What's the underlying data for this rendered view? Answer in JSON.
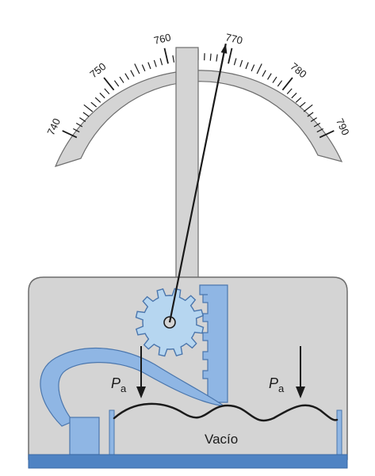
{
  "dial": {
    "min": 740,
    "max": 790,
    "labeled_ticks": [
      "740",
      "750",
      "760",
      "770",
      "780",
      "790"
    ],
    "needle_value": 769
  },
  "labels": {
    "pressure_left": {
      "main": "P",
      "sub": "a"
    },
    "pressure_right": {
      "main": "P",
      "sub": "a"
    },
    "vacuum": "Vacío"
  },
  "colors": {
    "housing": "#d4d4d4",
    "housing_stroke": "#6d6d6d",
    "blue_part": "#8fb6e4",
    "blue_light": "#b6d6f0",
    "blue_base": "#4f83c3",
    "ink": "#1a1a1a"
  }
}
